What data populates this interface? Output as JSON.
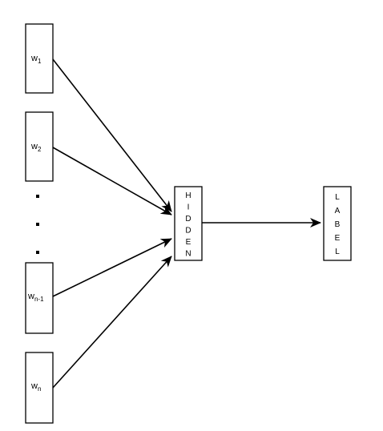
{
  "diagram": {
    "inputs": [
      {
        "base": "w",
        "sub": "1"
      },
      {
        "base": "w",
        "sub": "2"
      },
      {
        "base": "w",
        "sub": "n-1"
      },
      {
        "base": "w",
        "sub": "n"
      }
    ],
    "ellipsis": "· · ·",
    "hidden_label": "HIDDEN",
    "output_label": "LABEL",
    "colors": {
      "stroke": "#000000",
      "fill": "#ffffff"
    }
  }
}
